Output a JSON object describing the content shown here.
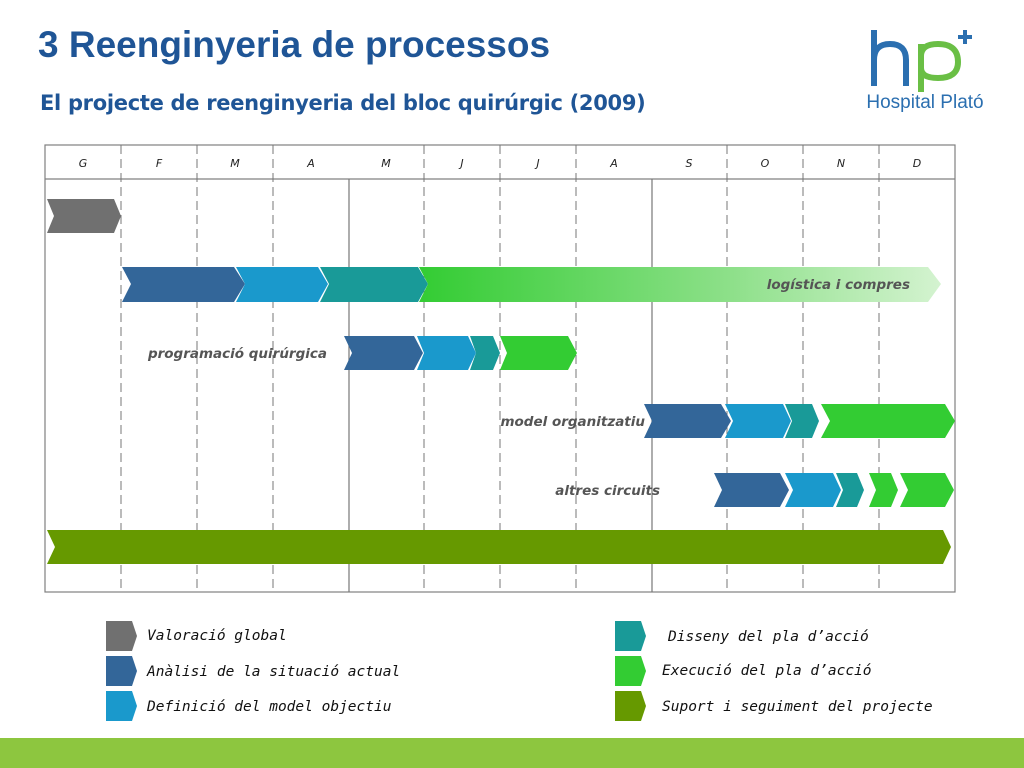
{
  "header": {
    "title": "3 Reenginyeria de processos",
    "subtitle": "El projecte de reenginyeria del bloc quirúrgic (2009)"
  },
  "logo": {
    "name": "Hospital Plató",
    "mark_text": "hp",
    "colors": {
      "h": "#2b6fb0",
      "p": "#6abf45"
    }
  },
  "timeline": {
    "months": [
      "G",
      "F",
      "M",
      "A",
      "M",
      "J",
      "J",
      "A",
      "S",
      "O",
      "N",
      "D"
    ],
    "phases": {
      "logistica": "logística i compres",
      "programacio": "programació quirúrgica",
      "model": "model organitzatiu",
      "altres": "altres circuits"
    }
  },
  "legend": {
    "valoracio": "Valoració global",
    "analisi": "Anàlisi de la situació actual",
    "definicio": "Definició del model objectiu",
    "disseny": "Disseny del pla d’acció",
    "execucio": "Execució del pla d’acció",
    "suport": "Suport i seguiment del projecte"
  },
  "colors": {
    "valoracio": "#707070",
    "analisi": "#336699",
    "definicio": "#1a99cc",
    "disseny": "#199a98",
    "execucio": "#33cc33",
    "suport": "#669900",
    "footer_band": "#8dc63f"
  }
}
